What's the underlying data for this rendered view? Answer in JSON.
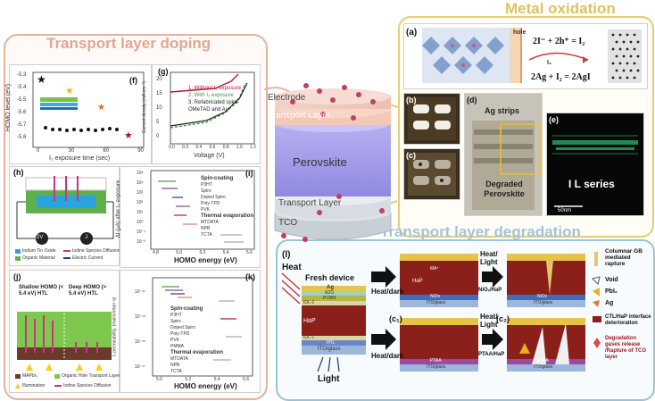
{
  "titles": {
    "transport_layer_doping": "Transport layer doping",
    "metal_oxidation": "Metal oxidation",
    "transport_layer_degradation": "Transport layer degradation"
  },
  "stack": {
    "electrode": "Electrode",
    "transport_top": "Transport Layer",
    "perovskite": "Perovskite",
    "transport_bottom": "Transport Layer",
    "tco": "TCO"
  },
  "panel_f": {
    "label": "(f)",
    "ylabel": "HOMO level (eV)",
    "xlabel": "I₂ exposure time (sec)",
    "yticks": [
      "-5.3",
      "-5.4",
      "-5.5",
      "-5.6",
      "-5.7",
      "-5.8"
    ],
    "xticks": [
      "0",
      "30",
      "60",
      "90"
    ]
  },
  "panel_g": {
    "label": "(g)",
    "ylabel": "Current density (mA cm⁻²)",
    "xlabel": "Voltage (V)",
    "legend": [
      "1. Without I₂ exposure",
      "2. With I₂ exposure",
      "3. Refabricated spiro-OMeTAD and Au"
    ],
    "yticks": [
      "20",
      "15",
      "10",
      "5",
      "0"
    ],
    "xticks": [
      "0.0",
      "0.2",
      "0.4",
      "0.6",
      "0.8",
      "1.0",
      "1.2"
    ],
    "series_colors": [
      "#c0143c",
      "#3a9b3a",
      "#222222"
    ]
  },
  "panel_h": {
    "label": "(h)",
    "v_label": "2V",
    "j_label": "J",
    "legend": [
      "Indium Tin Oxide",
      "Iodine Species Diffusion",
      "Organic Material",
      "Electric Current"
    ]
  },
  "panel_i": {
    "label": "(i)",
    "ylabel": "ΔI (μA) after I₂ exposure",
    "xlabel": "HOMO energy (eV)",
    "yticks": [
      "10⁵",
      "10⁴",
      "10³",
      "10²",
      "10¹",
      "10⁰",
      "10⁻¹",
      "10⁻²"
    ],
    "xticks": [
      "4.8",
      "5.0",
      "5.2",
      "5.4",
      "5.6"
    ],
    "legend_head1": "Spin-coating",
    "legend1": [
      "P3HT",
      "Spiro",
      "Doped Spiro",
      "Poly-TPD",
      "PVK"
    ],
    "legend_head2": "Thermal evaporation",
    "legend2": [
      "MTDATA",
      "NPB",
      "TCTA"
    ]
  },
  "panel_j": {
    "label": "(j)",
    "shallow": "Shallow HOMO (< 5.4 eV) HTL",
    "deep": "Deep HOMO (> 5.4 eV) HTL",
    "legend": [
      "MAPbI₃",
      "Organic Hole Transport Layer",
      "Illumination",
      "Iodine Species Diffusion"
    ]
  },
  "panel_k": {
    "label": "(k)",
    "ylabel": "I₂ permeability, (mol/cm²torr·s)",
    "xlabel": "HOMO energy (eV)",
    "yticks": [
      "10⁻¹¹",
      "10⁻¹³",
      "10⁻¹⁵",
      "10⁻¹⁷"
    ],
    "xticks": [
      "5.0",
      "5.2",
      "5.4",
      "5.6"
    ],
    "legend_head1": "Spin-coating",
    "legend1": [
      "P3HT",
      "Spiro",
      "Doped Spiro",
      "Poly-TPD",
      "PVK",
      "PMMA"
    ],
    "legend_head2": "Thermal evaporation",
    "legend2": [
      "MTDATA",
      "NPB",
      "TCTA"
    ]
  },
  "panel_a": {
    "label": "(a)",
    "hole": "hole",
    "eq1": "2I⁻ + 2h⁺ = I₂",
    "eq2": "2Ag + I₂ = 2AgI",
    "i2": "I₂"
  },
  "panel_b": {
    "label": "(b)"
  },
  "panel_c": {
    "label": "(c)"
  },
  "panel_d": {
    "label": "(d)",
    "top": "Ag strips",
    "bottom": "Degraded Perovskite"
  },
  "panel_e": {
    "label": "(e)",
    "series": "I L series",
    "scale": "50nm"
  },
  "panel_l": {
    "label": "(l)",
    "heat": "Heat",
    "fresh": "Fresh device",
    "light": "Light",
    "heat_dark_1": "Heat/dark",
    "heat_light_1": "Heat/ Light",
    "nio_hap": "NiOₓ/HaP",
    "heat_dark_2": "Heat/dark",
    "heat_light_2": "Heat/ Light",
    "ptaa_hap": "PTAA/HaP",
    "c1": "(c₁)",
    "c2": "(c₂)",
    "layers": [
      "Ag",
      "AZO",
      "PCBM",
      "IDL-2",
      "HaP",
      "IDL-1",
      "HTL",
      "ITO/glass"
    ],
    "nio": "NiOx",
    "ptaa": "PTAA",
    "ito": "ITO/glass",
    "hap_text": "HaP",
    "ma": "MA⁺",
    "legend": [
      "Columnar GB mediated rapture",
      "Void",
      "PbI₂",
      "Ag",
      "CTL/HaP interface deterioration",
      "Degradation gases release /Rapture of TCO layer"
    ]
  }
}
